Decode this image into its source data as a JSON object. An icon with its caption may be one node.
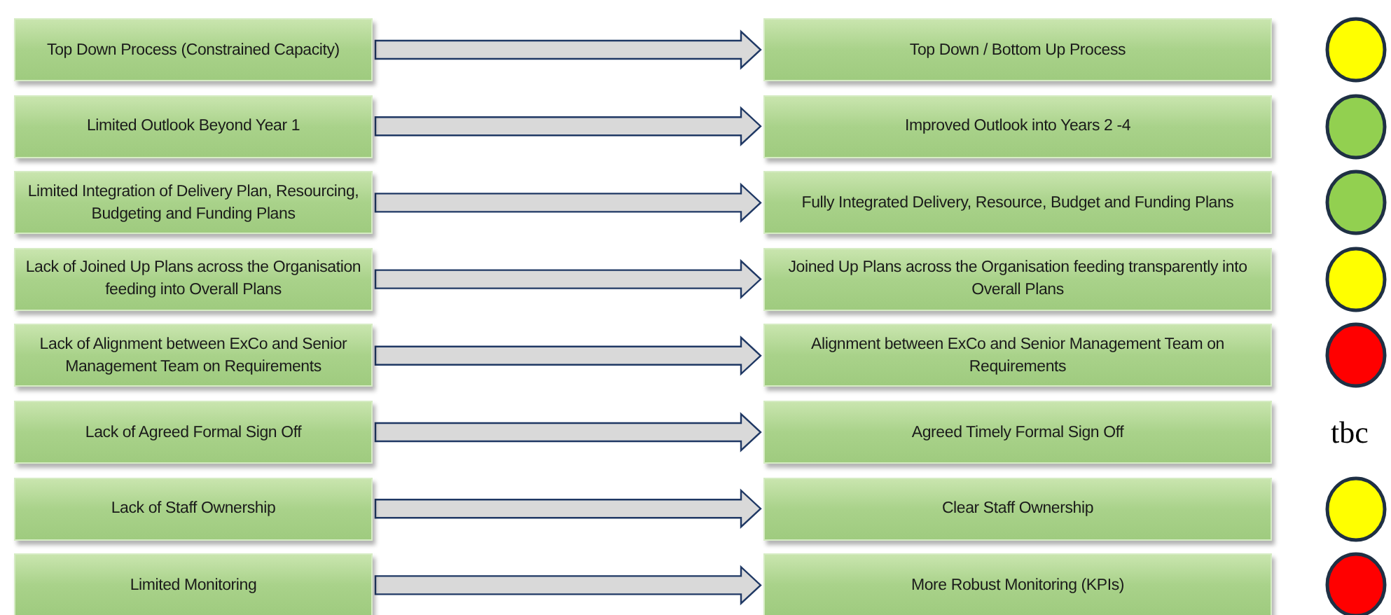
{
  "diagram": {
    "nodes": [
      {
        "text": [
          "Top Down Process (Constrained Capacity)"
        ]
      },
      {
        "text": [
          "Top Down / Bottom Up Process"
        ]
      },
      {
        "text": [],
        "shape": "circle"
      },
      {
        "text": [
          "Limited Outlook Beyond Year 1"
        ]
      },
      {
        "text": [
          "Improved Outlook into Years 2 -4"
        ]
      },
      {
        "text": [],
        "shape": "circle"
      },
      {
        "text": [
          "Limited Integration of Delivery Plan, Resourcing, Budgeting and Funding Plans"
        ]
      },
      {
        "text": [
          "Fully Integrated Delivery, Resource, Budget and Funding Plans"
        ]
      },
      {
        "text": [],
        "shape": "circle"
      },
      {
        "text": [
          "Lack of Joined Up Plans across the Organisation feeding into Overall Plans"
        ]
      },
      {
        "text": [
          "Joined Up Plans across the Organisation feeding transparently into Overall Plans"
        ]
      },
      {
        "text": [],
        "shape": "circle"
      },
      {
        "text": [
          "Lack of Alignment between  ExCo and Senior Management Team on Requirements"
        ]
      },
      {
        "text": [
          "Alignment between  ExCo and Senior Management Team on Requirements"
        ]
      },
      {
        "text": [],
        "shape": "circle"
      },
      {
        "text": [
          "Lack of Agreed Formal Sign Off"
        ]
      },
      {
        "text": [
          "Agreed Timely Formal Sign Off"
        ]
      },
      {
        "text": [
          "Lack of Staff Ownership"
        ]
      },
      {
        "text": [
          "Clear Staff Ownership"
        ]
      },
      {
        "text": [],
        "shape": "circle"
      },
      {
        "text": [
          "Limited Monitoring"
        ]
      },
      {
        "text": [
          "More Robust Monitoring (KPIs)"
        ]
      },
      {
        "text": [],
        "shape": "circle"
      }
    ],
    "edges": [
      {
        "from": 0,
        "to": 1,
        "arrow": "to"
      },
      {
        "from": 3,
        "to": 4,
        "arrow": "to"
      },
      {
        "from": 6,
        "to": 7,
        "arrow": "to"
      },
      {
        "from": 9,
        "to": 10,
        "arrow": "to"
      },
      {
        "from": 12,
        "to": 13,
        "arrow": "to"
      },
      {
        "from": 15,
        "to": 16,
        "arrow": "to"
      },
      {
        "from": 17,
        "to": 18,
        "arrow": "to"
      },
      {
        "from": 20,
        "to": 21,
        "arrow": "to"
      }
    ],
    "labels": [
      "tbc"
    ]
  }
}
